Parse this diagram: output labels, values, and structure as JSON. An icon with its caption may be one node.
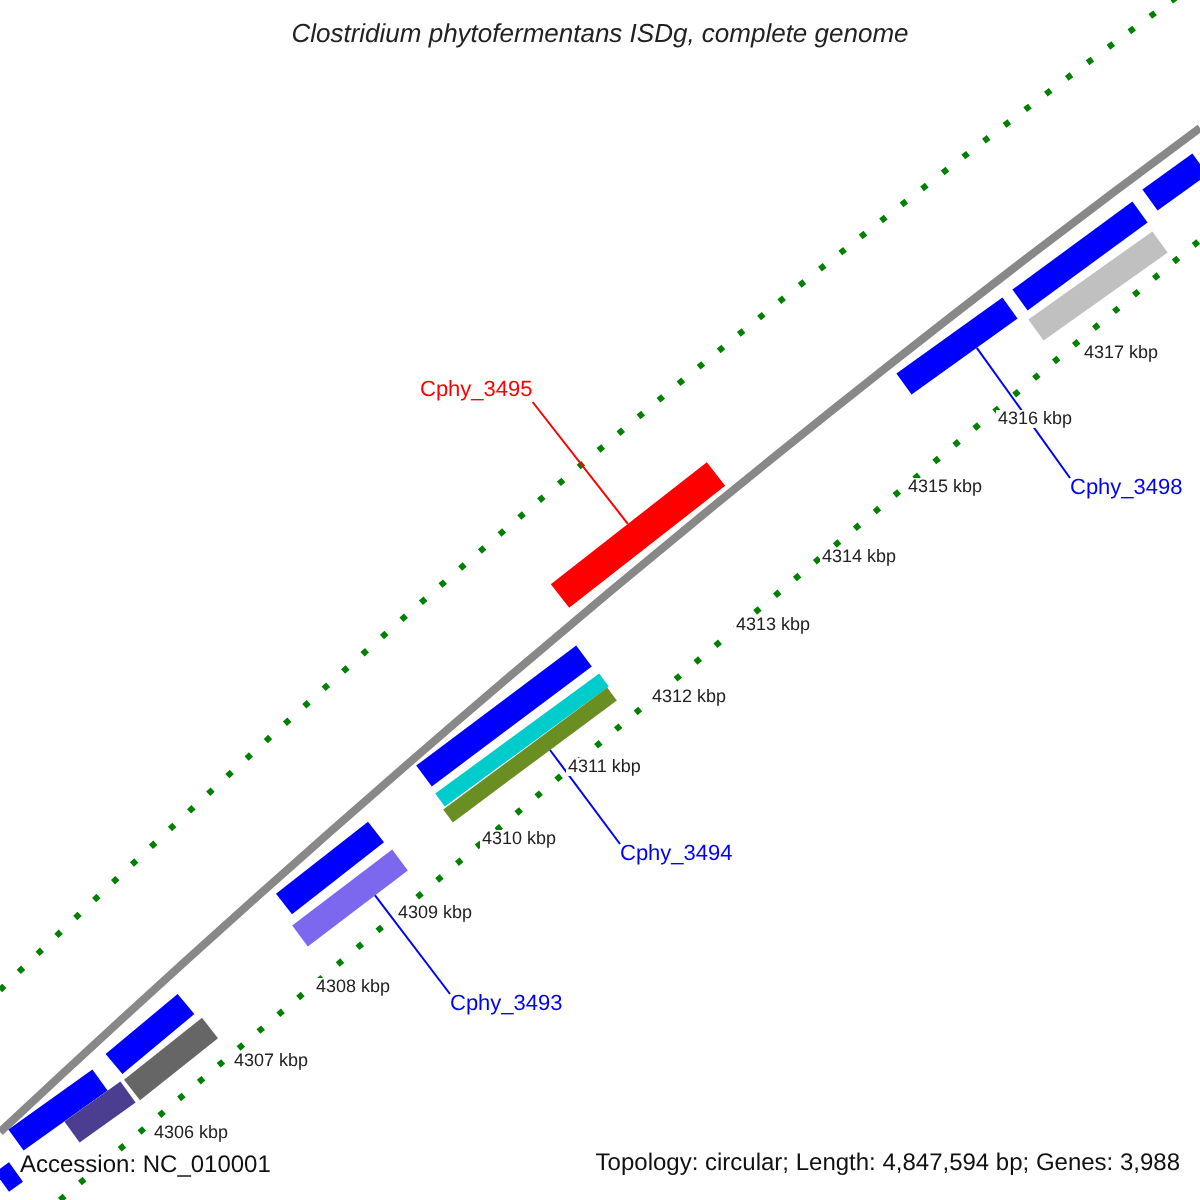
{
  "diagram": {
    "title": "Clostridium phytofermentans ISDg, complete genome",
    "nodes": [
      {
        "text": [],
        "shape": "bar"
      },
      {
        "text": [],
        "shape": "bar"
      },
      {
        "text": [],
        "shape": "bar"
      },
      {
        "text": [
          "Cphy_3495"
        ]
      },
      {
        "text": [],
        "shape": "bar"
      },
      {
        "text": [
          "Cphy_3498"
        ]
      },
      {
        "text": [],
        "shape": "bar"
      },
      {
        "text": [],
        "shape": "bar"
      },
      {
        "text": [],
        "shape": "bar"
      },
      {
        "text": [],
        "shape": "bar"
      },
      {
        "text": [
          "Cphy_3494"
        ]
      },
      {
        "text": [],
        "shape": "bar"
      },
      {
        "text": [],
        "shape": "bar"
      },
      {
        "text": [
          "Cphy_3493"
        ]
      },
      {
        "text": [],
        "shape": "bar"
      },
      {
        "text": [],
        "shape": "bar"
      },
      {
        "text": [],
        "shape": "bar"
      },
      {
        "text": [],
        "shape": "bar"
      },
      {
        "text": [],
        "shape": "bar"
      }
    ],
    "edges": [
      {
        "from": 3,
        "to": 6,
        "arrow": "none",
        "color": "#ff0000"
      },
      {
        "from": 5,
        "to": 4,
        "arrow": "none"
      },
      {
        "from": 10,
        "to": 9,
        "arrow": "none"
      },
      {
        "from": 13,
        "to": 12,
        "arrow": "none"
      }
    ],
    "labels": [
      "4317 kbp",
      "4316 kbp",
      "4315 kbp",
      "4314 kbp",
      "4313 kbp",
      "4312 kbp",
      "4311 kbp",
      "4310 kbp",
      "4309 kbp",
      "4308 kbp",
      "4307 kbp",
      "4306 kbp",
      "Accession: NC_010001",
      "Topology: circular; Length: 4,847,594 bp; Genes: 3,988"
    ]
  }
}
